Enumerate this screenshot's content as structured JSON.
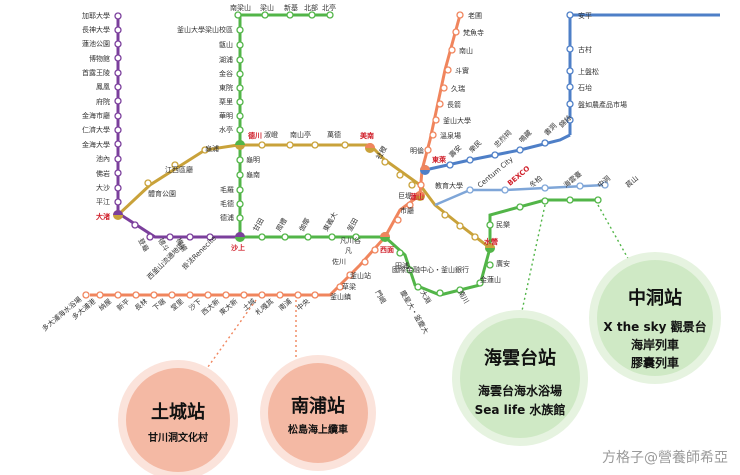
{
  "map": {
    "line1_stations": [
      "多大浦海水浴場",
      "多大浦港",
      "納屋",
      "新平",
      "長林",
      "下端",
      "堂里",
      "沙下",
      "西大新",
      "東大新",
      "土城",
      "札嘎其",
      "南浦",
      "中央"
    ],
    "line1_lower": [
      "凡川谷",
      "凡",
      "佐川",
      "釜山站",
      "草梁",
      "釜山鎮"
    ],
    "line2_top": [
      "南梁山",
      "梁山",
      "新基",
      "北部",
      "北亭"
    ],
    "line2_upper": [
      "釜山大學梁山校區",
      "甑山",
      "湖浦",
      "金谷",
      "東院",
      "栗里",
      "華明",
      "水亭"
    ],
    "line2_lower": [
      "龜明",
      "龜南",
      "毛羅",
      "毛德",
      "德浦"
    ],
    "line2_horizontal": [
      "甘田",
      "周禮",
      "伽倻",
      "東義大",
      "釜田",
      "西面"
    ],
    "line2_branch": [
      "田浦",
      "國際金融中心・釜山銀行",
      "門峴",
      "大淵",
      "慶星大・釜慶大"
    ],
    "line2_east": [
      "民樂",
      "廣安",
      "金蓮山",
      "南川"
    ],
    "line3_middle": [
      "淑嶝",
      "南山亭",
      "萬德",
      "社稷",
      "體育公園",
      "江西區廳",
      "龜浦"
    ],
    "line3_western": [
      "加耶大學",
      "長神大學",
      "蓮池公園",
      "博物館",
      "首露王陵",
      "鳳凰",
      "府院",
      "金海市廳",
      "仁濟大學",
      "金海大學",
      "池內",
      "佛岩",
      "大沙",
      "平江"
    ],
    "line3_low": [
      "登龜",
      "德斗",
      "機場",
      "西釜山流通地區",
      "掛法Renecite"
    ],
    "line4_north": [
      "老圃",
      "梵魚寺",
      "南山",
      "斗實",
      "久瑞",
      "長箭",
      "釜山大學",
      "溫泉場",
      "明倫"
    ],
    "line4_east": [
      "安平",
      "古村",
      "上盤松",
      "石坮",
      "盤如農產品市場",
      "東萊",
      "壽安",
      "樂民",
      "忠烈祠",
      "鳴藏",
      "書洞",
      "錦絲"
    ],
    "line_middle": [
      "市廳",
      "連山",
      "教育大學",
      "水營",
      "巨堤"
    ],
    "coastal": [
      "Centum City",
      "BEXCO",
      "冬柏",
      "中洞",
      "海雲臺",
      "萇山"
    ],
    "interchanges": [
      "大渚",
      "沙上",
      "德川",
      "美南",
      "東萊",
      "蓮山",
      "西面",
      "水營"
    ]
  },
  "callouts": {
    "tocheng": {
      "title": "土城站",
      "sub": "甘川洞文化村"
    },
    "nampo": {
      "title": "南浦站",
      "sub": "松島海上纜車"
    },
    "haeundae": {
      "title": "海雲台站",
      "sub1": "海雲台海水浴場",
      "sub2": "Sea life 水族館"
    },
    "jungdong": {
      "title": "中洞站",
      "sub1": "X the sky 觀景台",
      "sub2": "海岸列車",
      "sub3": "膠囊列車"
    }
  },
  "watermark": "方格子@營養師希亞",
  "colors": {
    "line1": "#f0855d",
    "line2": "#52b548",
    "line3": "#c9a23a",
    "line4": "#4e7fc7",
    "purple": "#7b3f9c",
    "callout_orange": "#f4b9a4",
    "callout_green": "#cfe9c5",
    "ring": "#f9d9cf"
  }
}
